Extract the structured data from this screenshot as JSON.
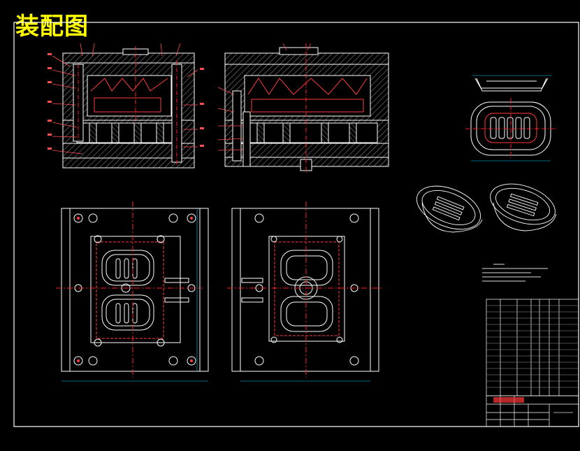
{
  "drawing": {
    "title": "装配图",
    "colors": {
      "background": "#000000",
      "frame": "#ffffff",
      "title": "#ffff00",
      "section_red": "#ff3b3b",
      "centerline": "#ff2020",
      "dimension": "#00d0ff",
      "hatch": "#bdbdbd"
    },
    "views": [
      {
        "name": "left-section-view"
      },
      {
        "name": "right-section-view"
      },
      {
        "name": "left-plan-view"
      },
      {
        "name": "right-plan-view"
      },
      {
        "name": "part-section-view"
      },
      {
        "name": "part-top-view"
      },
      {
        "name": "isometric-part-views"
      },
      {
        "name": "technical-notes"
      },
      {
        "name": "bill-of-materials"
      },
      {
        "name": "title-block"
      }
    ]
  }
}
